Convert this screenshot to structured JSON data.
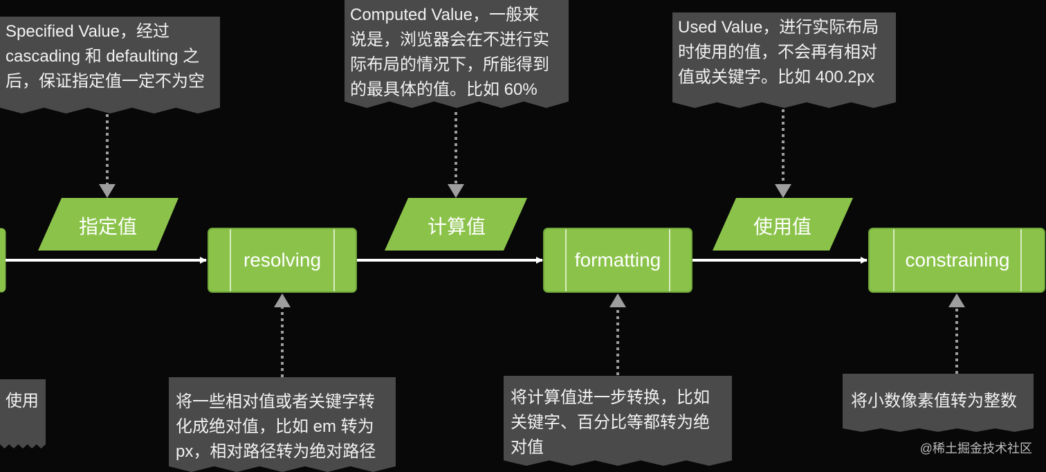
{
  "colors": {
    "background": "#080808",
    "shape_fill": "#8bc34a",
    "shape_stroke": "#6fa63a",
    "note_fill": "#4a4a4a",
    "arrow": "#ffffff",
    "dotted_arrow": "#9e9e9e"
  },
  "notes": {
    "specified": "Specified Value，经过\ncascading 和 defaulting 之\n后，保证指定值一定不为空",
    "computed": "Computed Value，一般来\n说是，浏览器会在不进行实\n际布局的情况下，所能得到\n的最具体的值。比如 60%",
    "used": "Used Value，进行实际布局\n时使用的值，不会再有相对\n值或关键字。比如 400.2px",
    "left_partial": "使用",
    "resolving": "将一些相对值或者关键字转\n化成绝对值，比如 em 转为\npx，相对路径转为绝对路径",
    "formatting": "将计算值进一步转换，比如\n关键字、百分比等都转为绝\n对值",
    "constraining": "将小数像素值转为整数"
  },
  "values": {
    "specified": "指定值",
    "computed": "计算值",
    "used": "使用值"
  },
  "steps": {
    "resolving": "resolving",
    "formatting": "formatting",
    "constraining": "constraining"
  },
  "watermark": "@稀土掘金技术社区"
}
